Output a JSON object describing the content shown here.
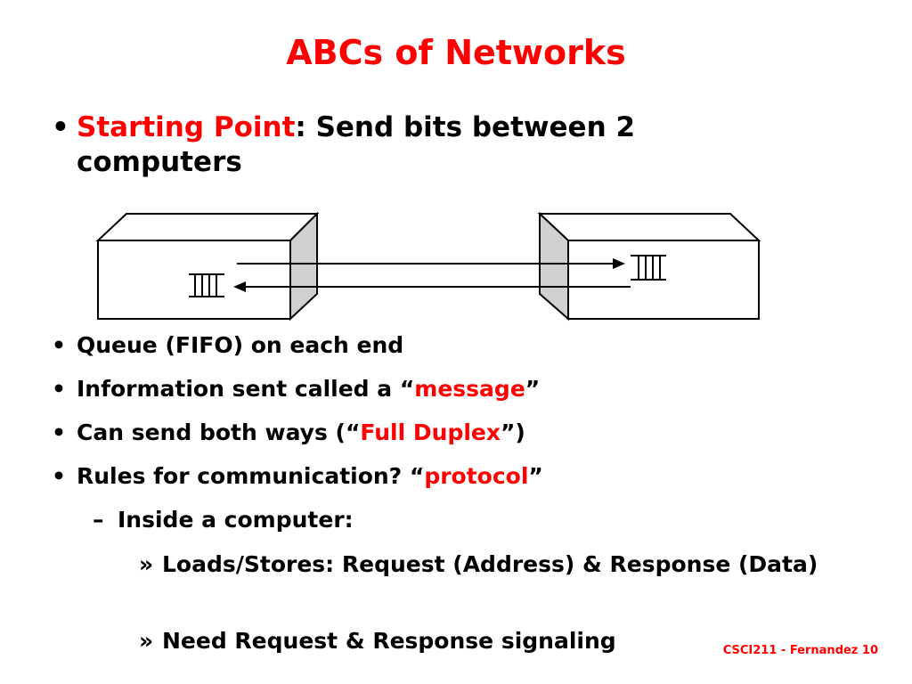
{
  "slide": {
    "title": "ABCs of Networks",
    "intro": {
      "bullet": "•",
      "highlight": "Starting Point",
      "rest": ": Send bits between 2 computers"
    },
    "bullets": [
      {
        "bullet": "•",
        "text": "Queue (FIFO) on each end"
      },
      {
        "bullet": "•",
        "pre": "Information sent called a “",
        "highlight": "message",
        "post": "”"
      },
      {
        "bullet": "•",
        "pre": "Can send both ways (“",
        "highlight": "Full Duplex",
        "post": "”)"
      },
      {
        "bullet": "•",
        "pre": "Rules for communication? “",
        "highlight": "protocol",
        "post": "”"
      }
    ],
    "sub_bullet": {
      "bullet": "–",
      "text": "Inside a computer:"
    },
    "sub_sub_bullets": [
      {
        "bullet": "»",
        "text": "Loads/Stores: Request (Address) & Response (Data)"
      },
      {
        "bullet": "»",
        "text": "Need Request & Response signaling"
      }
    ],
    "footer": "CSCI211 - Fernandez 10"
  },
  "colors": {
    "accent": "#ff0000",
    "box_side": "#d0d0d0",
    "text": "#000000"
  }
}
